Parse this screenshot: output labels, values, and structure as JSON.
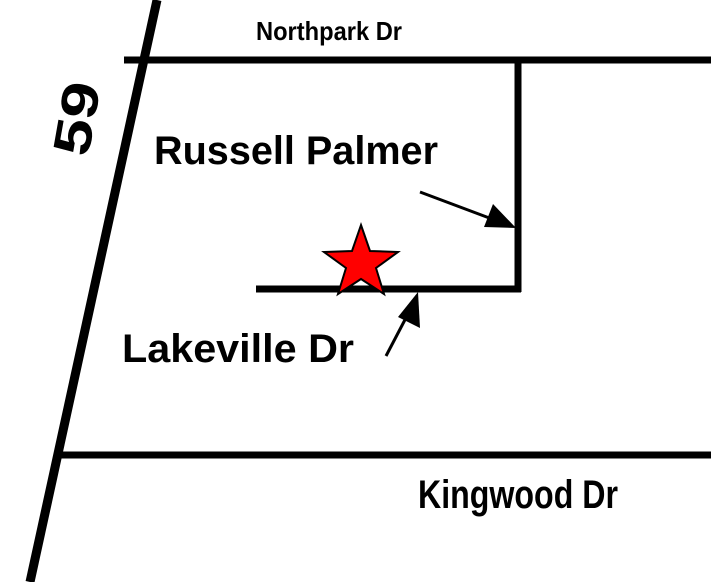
{
  "map": {
    "roads": {
      "highway": {
        "label": "59"
      },
      "northpark": {
        "label": "Northpark Dr"
      },
      "russell_palmer": {
        "label": "Russell Palmer"
      },
      "lakeville": {
        "label": "Lakeville Dr"
      },
      "kingwood": {
        "label": "Kingwood Dr"
      }
    },
    "marker": {
      "icon": "star-icon",
      "color": "#ff0000"
    }
  }
}
